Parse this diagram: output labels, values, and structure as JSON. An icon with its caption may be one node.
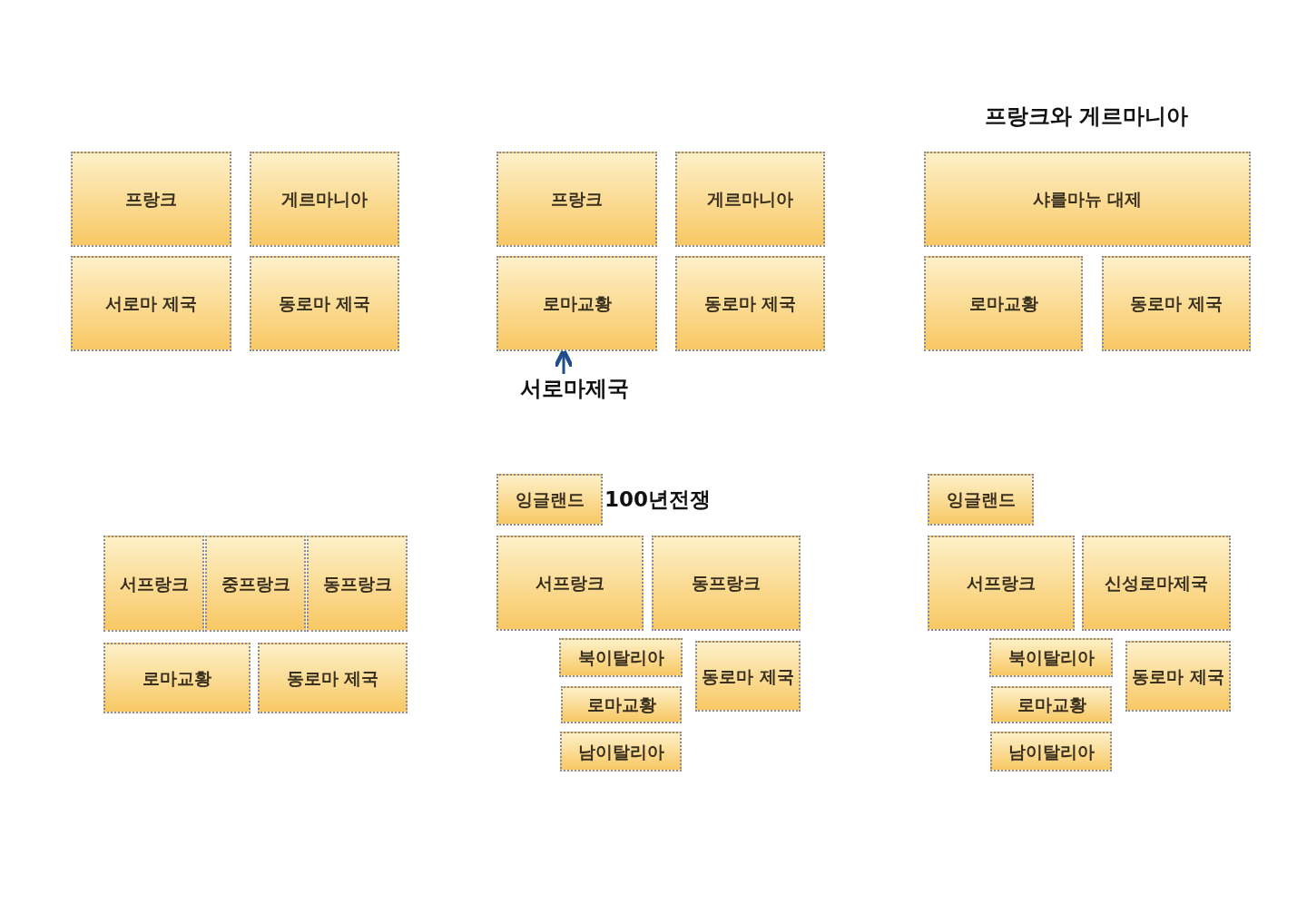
{
  "diagram": {
    "nodes": [
      {
        "text": [
          "프랑크"
        ]
      },
      {
        "text": [
          "게르마니아"
        ]
      },
      {
        "text": [
          "서로마 제국"
        ]
      },
      {
        "text": [
          "동로마 제국"
        ]
      },
      {
        "text": [
          "프랑크"
        ]
      },
      {
        "text": [
          "게르마니아"
        ]
      },
      {
        "text": [
          "로마교황"
        ]
      },
      {
        "text": [
          "동로마 제국"
        ]
      },
      {
        "text": [
          "서로마제국"
        ]
      },
      {
        "text": [
          "샤를마뉴 대제"
        ]
      },
      {
        "text": [
          "로마교황"
        ]
      },
      {
        "text": [
          "동로마 제국"
        ]
      },
      {
        "text": [
          "서프랑크"
        ]
      },
      {
        "text": [
          "중프랑크"
        ]
      },
      {
        "text": [
          "동프랑크"
        ]
      },
      {
        "text": [
          "로마교황"
        ]
      },
      {
        "text": [
          "동로마 제국"
        ]
      },
      {
        "text": [
          "잉글랜드"
        ],
        "beside": [
          "100년전쟁"
        ]
      },
      {
        "text": [
          "서프랑크"
        ]
      },
      {
        "text": [
          "동프랑크"
        ]
      },
      {
        "text": [
          "북이탈리아"
        ]
      },
      {
        "text": [
          "동로마 제국"
        ]
      },
      {
        "text": [
          "로마교황"
        ]
      },
      {
        "text": [
          "남이탈리아"
        ]
      },
      {
        "text": [
          "잉글랜드"
        ]
      },
      {
        "text": [
          "서프랑크"
        ]
      },
      {
        "text": [
          "신성로마제국"
        ]
      },
      {
        "text": [
          "북이탈리아"
        ]
      },
      {
        "text": [
          "동로마 제국"
        ]
      },
      {
        "text": [
          "로마교황"
        ]
      },
      {
        "text": [
          "남이탈리아"
        ]
      }
    ],
    "edges": [
      {
        "from": 8,
        "to": 6,
        "arrow": "to"
      }
    ],
    "labels": [
      "프랑크와 게르마니아"
    ]
  }
}
